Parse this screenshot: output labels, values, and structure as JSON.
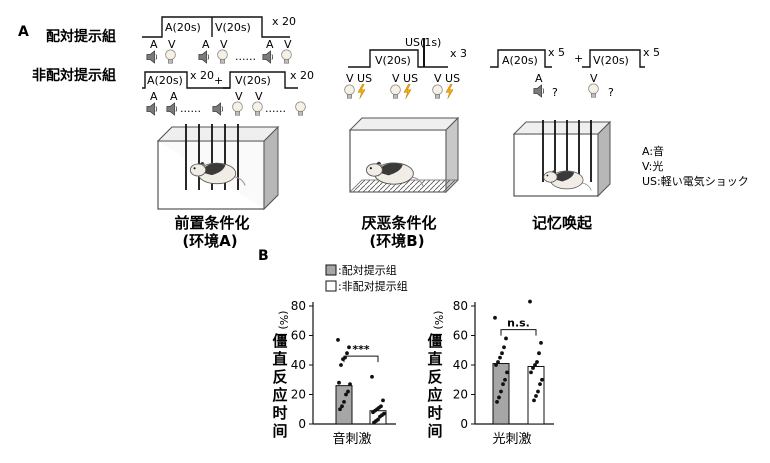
{
  "panel_a": {
    "letter": "A",
    "group_paired": "配対提示組",
    "group_unpaired": "非配対提示組",
    "paired_a": "A(20s)",
    "paired_v": "V(20s)",
    "paired_reps": "x 20",
    "unpaired_a": "A(20s)",
    "unpaired_reps1": "x 20",
    "plus": "+",
    "unpaired_v": "V(20s)",
    "unpaired_reps2": "x 20",
    "stim_a": "A",
    "stim_v": "V",
    "dots": "......",
    "fear_us": "US(1s)",
    "fear_v": "V(20s)",
    "fear_reps": "x 3",
    "v_us": "V US",
    "recall_a": "A(20s)",
    "recall_reps1": "x 5",
    "recall_plus": "+",
    "recall_v": "V(20s)",
    "recall_reps2": "x 5",
    "question": "?",
    "phase1_line1": "前置条件化",
    "phase1_line2": "(环境A)",
    "phase2_line1": "厌恶条件化",
    "phase2_line2": "(环境B)",
    "phase3_line1": "记忆唤起",
    "legend_a": "A:音",
    "legend_v": "V:光",
    "legend_us": "US:軽い電気ショック"
  },
  "panel_b": {
    "letter": "B",
    "legend_paired": ":配対提示组",
    "legend_unpaired": ":非配对提示组",
    "colors": {
      "paired": "#a6a6a6",
      "unpaired": "#ffffff"
    }
  },
  "chart_data": [
    {
      "type": "bar",
      "ylabel": "僵直反应时间 (%)",
      "xlabel": "音刺激",
      "categories": [
        "paired",
        "unpaired"
      ],
      "values": [
        26,
        9
      ],
      "ylim": [
        0,
        80
      ],
      "yticks": [
        0,
        20,
        40,
        60,
        80
      ],
      "annotation": "***",
      "points": [
        [
          57,
          52,
          48,
          45,
          44,
          40,
          28,
          27,
          22,
          20,
          15,
          12,
          10
        ],
        [
          32,
          16,
          12,
          11,
          10,
          9,
          8,
          7,
          6,
          5,
          3,
          2,
          1
        ]
      ]
    },
    {
      "type": "bar",
      "ylabel": "僵直反应时间 (%)",
      "xlabel": "光刺激",
      "categories": [
        "paired",
        "unpaired"
      ],
      "values": [
        41,
        39
      ],
      "ylim": [
        0,
        80
      ],
      "yticks": [
        0,
        20,
        40,
        60,
        80
      ],
      "annotation": "n.s.",
      "points": [
        [
          72,
          58,
          52,
          48,
          45,
          42,
          40,
          35,
          30,
          27,
          22,
          18,
          15
        ],
        [
          83,
          55,
          48,
          42,
          40,
          38,
          35,
          30,
          27,
          22,
          19,
          16
        ]
      ]
    }
  ]
}
